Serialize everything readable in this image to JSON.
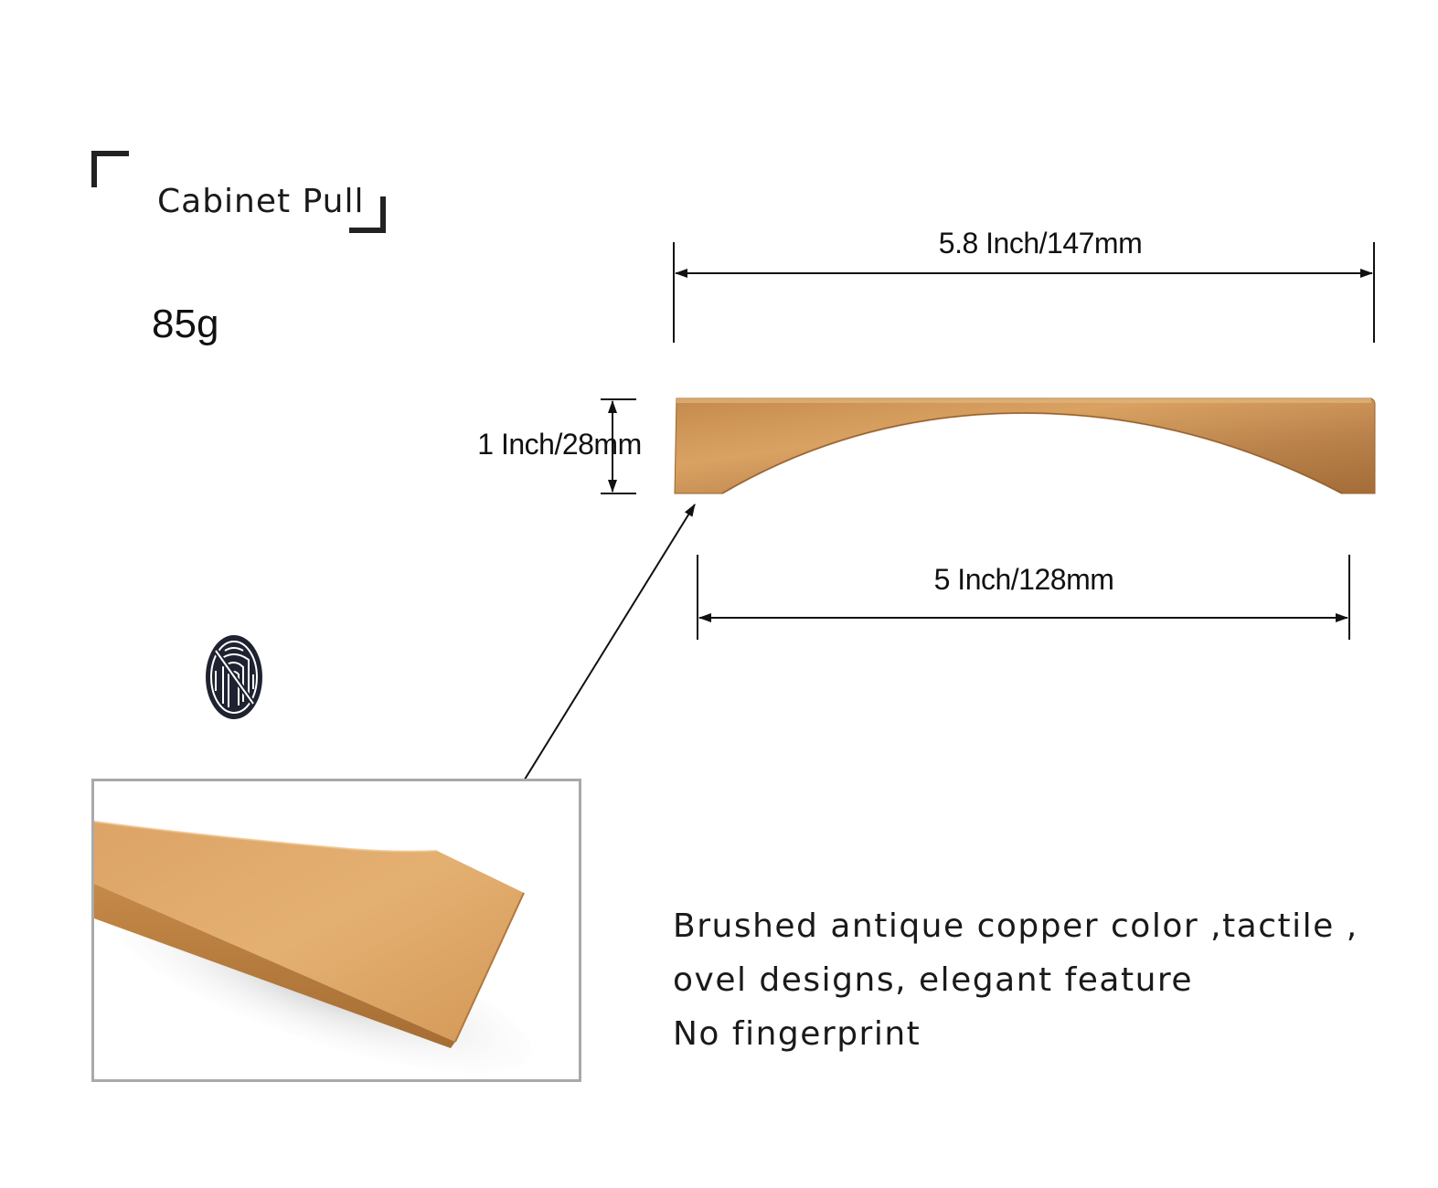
{
  "title": "Cabinet Pull",
  "weight": "85g",
  "dimensions": {
    "overall_length": "5.8 Inch/147mm",
    "hole_center": "5 Inch/128mm",
    "height": "1 Inch/28mm"
  },
  "description_lines": [
    "Brushed antique copper color ,tactile ,",
    "ovel designs, elegant feature",
    "No fingerprint"
  ],
  "colors": {
    "copper_light": "#d9a565",
    "copper_mid": "#c28a4c",
    "copper_dark": "#a06a33",
    "line": "#111111",
    "frame": "#a9a9a9"
  },
  "icons": {
    "no_fingerprint": "no-fingerprint-icon"
  }
}
